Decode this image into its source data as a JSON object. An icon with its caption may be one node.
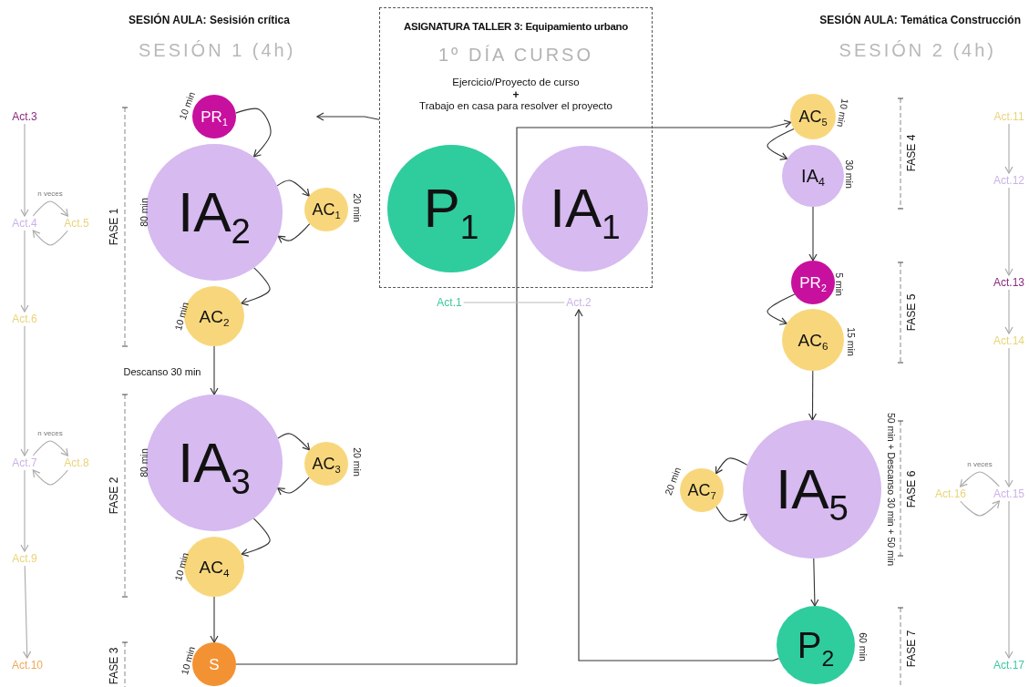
{
  "diagram": {
    "nodes": [
      {
        "text": [
          "ASIGNATURA TALLER 3: Equipamiento urbano",
          "1º DÍA CURSO",
          "Ejercicio/Proyecto de curso",
          "+",
          "Trabajo en casa para resolver el proyecto"
        ]
      },
      {
        "text": [
          "P$_{1}$"
        ],
        "in": 0
      },
      {
        "text": [
          "IA$_{1}$"
        ],
        "in": 0
      },
      {
        "text": [
          "PR$_{1}$"
        ],
        "beside": [
          "10 min"
        ]
      },
      {
        "text": [
          "IA$_{2}$"
        ],
        "beside": [
          "80 min"
        ]
      },
      {
        "text": [
          "AC$_{1}$"
        ],
        "beside": [
          "20 min"
        ]
      },
      {
        "text": [
          "AC$_{2}$"
        ],
        "beside": [
          "10 min"
        ]
      },
      {
        "text": [
          "IA$_{3}$"
        ],
        "beside": [
          "80 min"
        ]
      },
      {
        "text": [
          "AC$_{3}$"
        ],
        "beside": [
          "20 min"
        ]
      },
      {
        "text": [
          "AC$_{4}$"
        ],
        "beside": [
          "10 min"
        ]
      },
      {
        "text": [
          "S"
        ],
        "beside": [
          "10 min"
        ]
      },
      {
        "text": [
          "AC$_{5}$"
        ],
        "beside": [
          "10 min"
        ]
      },
      {
        "text": [
          "IA$_{4}$"
        ],
        "beside": [
          "30 min"
        ]
      },
      {
        "text": [
          "PR$_{2}$"
        ],
        "beside": [
          "5 min"
        ]
      },
      {
        "text": [
          "AC$_{6}$"
        ],
        "beside": [
          "15 min"
        ]
      },
      {
        "text": [
          "IA$_{5}$"
        ],
        "beside": [
          "50 min + Descanso 30 min + 50 min"
        ]
      },
      {
        "text": [
          "AC$_{7}$"
        ],
        "beside": [
          "20 min"
        ]
      },
      {
        "text": [
          "P$_{2}$"
        ],
        "beside": [
          "60 min"
        ]
      },
      {
        "text": [
          "Act.1"
        ]
      },
      {
        "text": [
          "Act.2"
        ]
      },
      {
        "text": [
          "Act.3"
        ]
      },
      {
        "text": [
          "Act.4"
        ]
      },
      {
        "text": [
          "Act.5"
        ]
      },
      {
        "text": [
          "Act.6"
        ]
      },
      {
        "text": [
          "Act.7"
        ]
      },
      {
        "text": [
          "Act.8"
        ]
      },
      {
        "text": [
          "Act.9"
        ]
      },
      {
        "text": [
          "Act.10"
        ]
      },
      {
        "text": [
          "Act.11"
        ]
      },
      {
        "text": [
          "Act.12"
        ]
      },
      {
        "text": [
          "Act.13"
        ]
      },
      {
        "text": [
          "Act.14"
        ]
      },
      {
        "text": [
          "Act.15"
        ]
      },
      {
        "text": [
          "Act.16"
        ]
      },
      {
        "text": [
          "Act.17"
        ]
      }
    ],
    "edges": [
      {
        "from": 0,
        "to": null,
        "arrow": "to"
      },
      {
        "from": 3,
        "to": 4,
        "arrow": "to"
      },
      {
        "from": 4,
        "to": 5,
        "arrow": "to"
      },
      {
        "from": 5,
        "to": 4,
        "arrow": "to"
      },
      {
        "from": 4,
        "to": 6,
        "arrow": "to"
      },
      {
        "from": 6,
        "to": 7,
        "arrow": "to",
        "label": "Descanso 30 min"
      },
      {
        "from": 7,
        "to": 8,
        "arrow": "to"
      },
      {
        "from": 8,
        "to": 7,
        "arrow": "to"
      },
      {
        "from": 7,
        "to": 9,
        "arrow": "to"
      },
      {
        "from": 9,
        "to": 10,
        "arrow": "to"
      },
      {
        "from": 10,
        "to": 11,
        "arrow": "to"
      },
      {
        "from": 11,
        "to": 12,
        "arrow": "to"
      },
      {
        "from": 12,
        "to": 13,
        "arrow": "to"
      },
      {
        "from": 13,
        "to": 14,
        "arrow": "to"
      },
      {
        "from": 14,
        "to": 15,
        "arrow": "to"
      },
      {
        "from": 15,
        "to": 16,
        "arrow": "to"
      },
      {
        "from": 16,
        "to": 15,
        "arrow": "to"
      },
      {
        "from": 15,
        "to": 17,
        "arrow": "to"
      },
      {
        "from": 17,
        "to": 19,
        "arrow": "to"
      },
      {
        "from": 18,
        "to": 19,
        "arrow": "none",
        "color": "#bbbbbb"
      },
      {
        "from": 20,
        "to": 21,
        "arrow": "to",
        "color": "#aaaaaa"
      },
      {
        "from": 21,
        "to": 22,
        "arrow": "to",
        "label": "n veces",
        "color": "#aaaaaa"
      },
      {
        "from": 22,
        "to": 21,
        "arrow": "to",
        "color": "#aaaaaa"
      },
      {
        "from": 21,
        "to": 23,
        "arrow": "to",
        "color": "#aaaaaa"
      },
      {
        "from": 23,
        "to": 24,
        "arrow": "to",
        "color": "#aaaaaa"
      },
      {
        "from": 24,
        "to": 25,
        "arrow": "to",
        "label": "n veces",
        "color": "#aaaaaa"
      },
      {
        "from": 25,
        "to": 24,
        "arrow": "to",
        "color": "#aaaaaa"
      },
      {
        "from": 24,
        "to": 26,
        "arrow": "to",
        "color": "#aaaaaa"
      },
      {
        "from": 26,
        "to": 27,
        "arrow": "to",
        "color": "#aaaaaa"
      },
      {
        "from": 28,
        "to": 29,
        "arrow": "to",
        "color": "#aaaaaa"
      },
      {
        "from": 29,
        "to": 30,
        "arrow": "to",
        "color": "#aaaaaa"
      },
      {
        "from": 30,
        "to": 31,
        "arrow": "to",
        "color": "#aaaaaa"
      },
      {
        "from": 31,
        "to": 32,
        "arrow": "to",
        "color": "#aaaaaa"
      },
      {
        "from": 32,
        "to": 33,
        "arrow": "to",
        "label": "n veces",
        "color": "#aaaaaa"
      },
      {
        "from": 33,
        "to": 32,
        "arrow": "to",
        "color": "#aaaaaa"
      },
      {
        "from": 32,
        "to": 34,
        "arrow": "to",
        "color": "#aaaaaa"
      }
    ],
    "labels": [
      "SESIÓN AULA: Sesisión crítica",
      "SESIÓN 1 (4h)",
      "SESIÓN AULA: Temática Construcción",
      "SESIÓN 2 (4h)",
      "FASE 1",
      "FASE 2",
      "FASE 3",
      "FASE 4",
      "FASE 5",
      "FASE 6",
      "FASE 7"
    ]
  }
}
